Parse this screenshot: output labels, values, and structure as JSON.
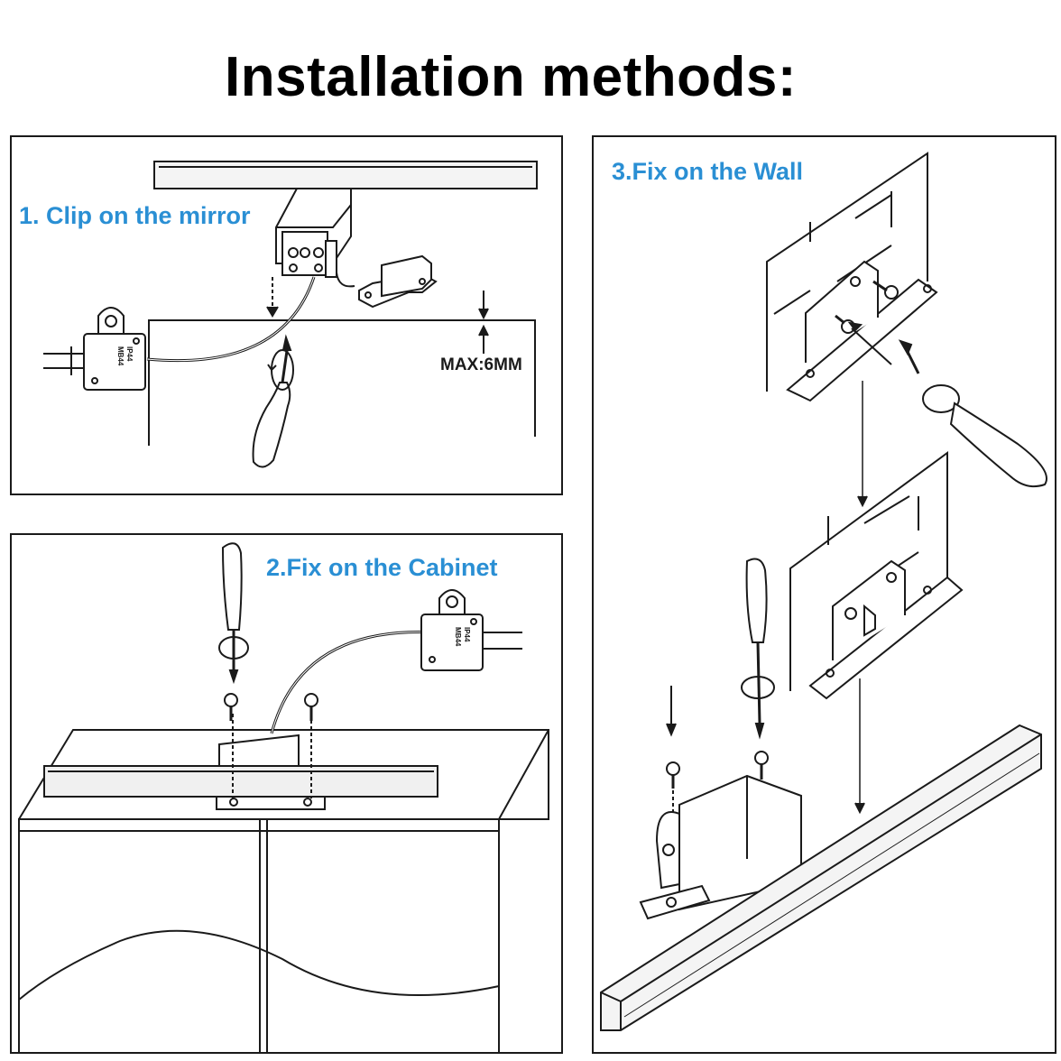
{
  "title": "Installation methods:",
  "panels": [
    {
      "label": "1. Clip on the mirror",
      "note": "MAX:6MM"
    },
    {
      "label": "2.Fix on the Cabinet"
    },
    {
      "label": "3.Fix on the Wall"
    }
  ],
  "driver_text": {
    "line1": "IP44",
    "line2": "MB44"
  },
  "colors": {
    "label": "#2a8fd4",
    "line": "#1a1a1a"
  }
}
